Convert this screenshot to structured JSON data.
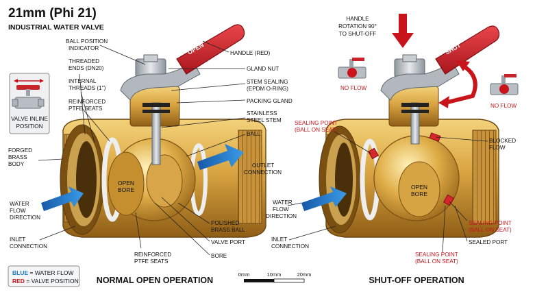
{
  "title": "21mm (Phi 21)",
  "subtitle": "INDUSTRIAL WATER VALVE",
  "colors": {
    "brass": "#d9a441",
    "brass_dark": "#9b6a1c",
    "handle_red": "#c9242b",
    "flow_blue": "#1f78c8",
    "accent_red": "#c8141a",
    "steel": "#b9bec4"
  },
  "inset": {
    "caption_line1": "VALVE INLINE",
    "caption_line2": "POSITION"
  },
  "legend": {
    "blue_key": "BLUE",
    "blue_text": " = WATER FLOW",
    "red_key": "RED",
    "red_text": " = VALVE POSITION"
  },
  "left_valve": {
    "handle_text": "OPEN",
    "bore_line1": "OPEN",
    "bore_line2": "BORE",
    "caption": "NORMAL OPEN OPERATION",
    "labels": {
      "ball_indicator_1": "BALL POSITION",
      "ball_indicator_2": "INDICATOR",
      "threaded_1": "THREADED",
      "threaded_2": "ENDS (DN20)",
      "internal_1": "INTERNAL",
      "internal_2": "THREADS (1\")",
      "reinforced_1": "REINFORCED",
      "reinforced_2": "PTFE SEATS",
      "forged_1": "FORGED",
      "forged_2": "BRASS",
      "forged_3": "BODY",
      "water_1": "WATER",
      "water_2": "FLOW",
      "water_3": "DIRECTION",
      "inlet_1": "INLET",
      "inlet_2": "CONNECTION",
      "handle": "HANDLE (RED)",
      "gland_nut": "GLAND NUT",
      "stem_seal_1": "STEM SEALING",
      "stem_seal_2": "(EPDM O-RING)",
      "packing": "PACKING GLAND",
      "stem_1": "STAINLESS",
      "stem_2": "STEEL STEM",
      "ball": "BALL",
      "outlet_1": "OUTLET",
      "outlet_2": "CONNECTION",
      "polished_1": "POLISHED",
      "polished_2": "BRASS BALL",
      "valve_port": "VALVE PORT",
      "bore": "BORE",
      "reinforced_bottom_1": "REINFORCED",
      "reinforced_bottom_2": "PTFE SEATS"
    }
  },
  "right_valve": {
    "handle_text": "SHUT",
    "bore_line1": "OPEN",
    "bore_line2": "BORE",
    "caption": "SHUT-OFF OPERATION",
    "labels": {
      "rotation_1": "HANDLE",
      "rotation_2": "ROTATION 90°",
      "rotation_3": "TO SHUT-OFF",
      "no_flow_left": "NO FLOW",
      "no_flow_right": "NO FLOW",
      "sealing_1": "SEALING POINT",
      "sealing_2": "(BALL ON SEAT)",
      "blocked_1": "BLOCKED",
      "blocked_2": "FLOW",
      "water_1": "WATER",
      "water_2": "FLOW",
      "water_3": "DIRECTION",
      "inlet_1": "INLET",
      "inlet_2": "CONNECTION",
      "sealing_r_1": "SEALING POINT",
      "sealing_r_2": "(BALL ON SEAT)",
      "sealed_port": "SEALED PORT",
      "sealing_b_1": "SEALING POINT",
      "sealing_b_2": "(BALL ON SEAT)"
    }
  },
  "scale": {
    "t0": "0mm",
    "t1": "10mm",
    "t2": "20mm"
  }
}
